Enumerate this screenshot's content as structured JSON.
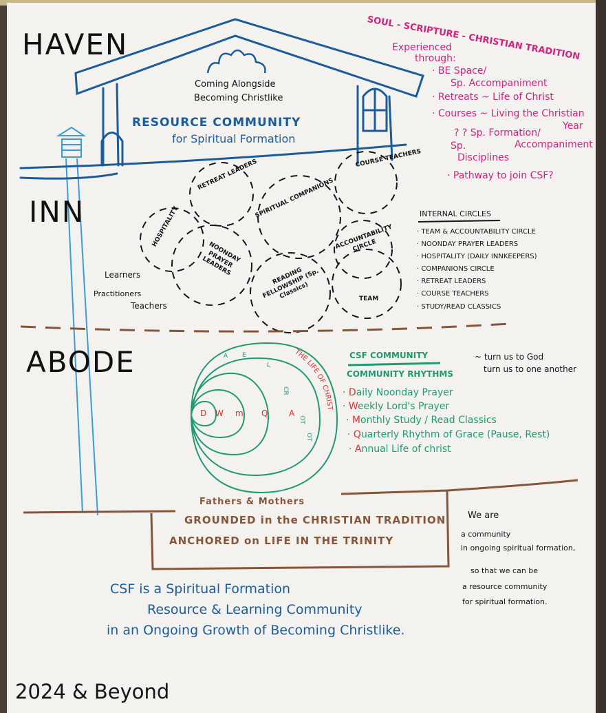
{
  "sections": {
    "haven": "HAVEN",
    "inn": "INN",
    "abode": "ABODE"
  },
  "house": {
    "line1": "Coming Alongside",
    "line2": "Becoming Christlike",
    "resource_title": "RESOURCE COMMUNITY",
    "resource_subtitle": "for Spiritual Formation"
  },
  "pink_notes": {
    "header": "SOUL - SCRIPTURE - CHRISTIAN TRADITION",
    "intro1": "Experienced",
    "intro2": "through:",
    "items": [
      "· BE Space/",
      "Sp. Accompaniment",
      "· Retreats ~ Life of Christ",
      "· Courses ~ Living the Christian",
      "Year",
      "? ? Sp. Formation/",
      "Accompaniment",
      "Sp.",
      "Disciplines",
      "· Pathway to join CSF?"
    ]
  },
  "circles": [
    "RETREAT LEADERS",
    "SPIRITUAL COMPANIONS",
    "COURSE TEACHERS",
    "HOSPITALITY",
    "NOONDAY PRAYER LEADERS",
    "ACCOUNTABILITY CIRCLE",
    "TEAM",
    "READING FELLOWSHIP (Sp. Classics)"
  ],
  "learning_path": {
    "learners": "Learners",
    "practitioners": "Practitioners",
    "teachers": "Teachers"
  },
  "internal_circles": {
    "title": "INTERNAL CIRCLES",
    "items": [
      "· TEAM & ACCOUNTABILITY CIRCLE",
      "· NOONDAY PRAYER LEADERS",
      "· HOSPITALITY (DAILY INNKEEPERS)",
      "· COMPANIONS CIRCLE",
      "· RETREAT LEADERS",
      "· COURSE TEACHERS",
      "· STUDY/READ CLASSICS"
    ]
  },
  "rhythm_diagram": {
    "arc_label": "THE LIFE OF CHRIST",
    "letters": [
      "D",
      "W",
      "m",
      "Q",
      "A"
    ],
    "season_letters": [
      "A",
      "E",
      "L",
      "CR",
      "OT",
      "OT"
    ]
  },
  "csf_community": {
    "title": "CSF COMMUNITY",
    "subtitle": "COMMUNITY RHYTHMS",
    "turn1": "~ turn us to God",
    "turn2": "turn us to one another",
    "items": [
      {
        "initial": "D",
        "rest": "aily Noonday Prayer"
      },
      {
        "initial": "W",
        "rest": "eekly Lord's Prayer"
      },
      {
        "initial": "M",
        "rest": "onthly Study / Read Classics"
      },
      {
        "initial": "Q",
        "rest": "uarterly Rhythm of Grace (Pause, Rest)"
      },
      {
        "initial": "A",
        "rest": "nnual Life of christ"
      }
    ]
  },
  "foundation": {
    "line1": "Fathers & Mothers",
    "line2": "GROUNDED in the CHRISTIAN TRADITION",
    "line3": "ANCHORED on LIFE IN THE TRINITY"
  },
  "we_are": [
    "We are",
    "a community",
    "in ongoing spiritual formation,",
    "so that we can be",
    "a resource community",
    "for spiritual formation."
  ],
  "mission": {
    "line1": "CSF is a Spiritual Formation",
    "line2": "Resource & Learning Community",
    "line3": "in an Ongoing Growth of Becoming Christlike."
  },
  "footer": "2024 & Beyond",
  "colors": {
    "blue": "#1b5c9a",
    "light_blue": "#3b9bd8",
    "pink": "#d0237e",
    "green": "#1f9a72",
    "red": "#d8322e",
    "brown": "#86553a"
  }
}
